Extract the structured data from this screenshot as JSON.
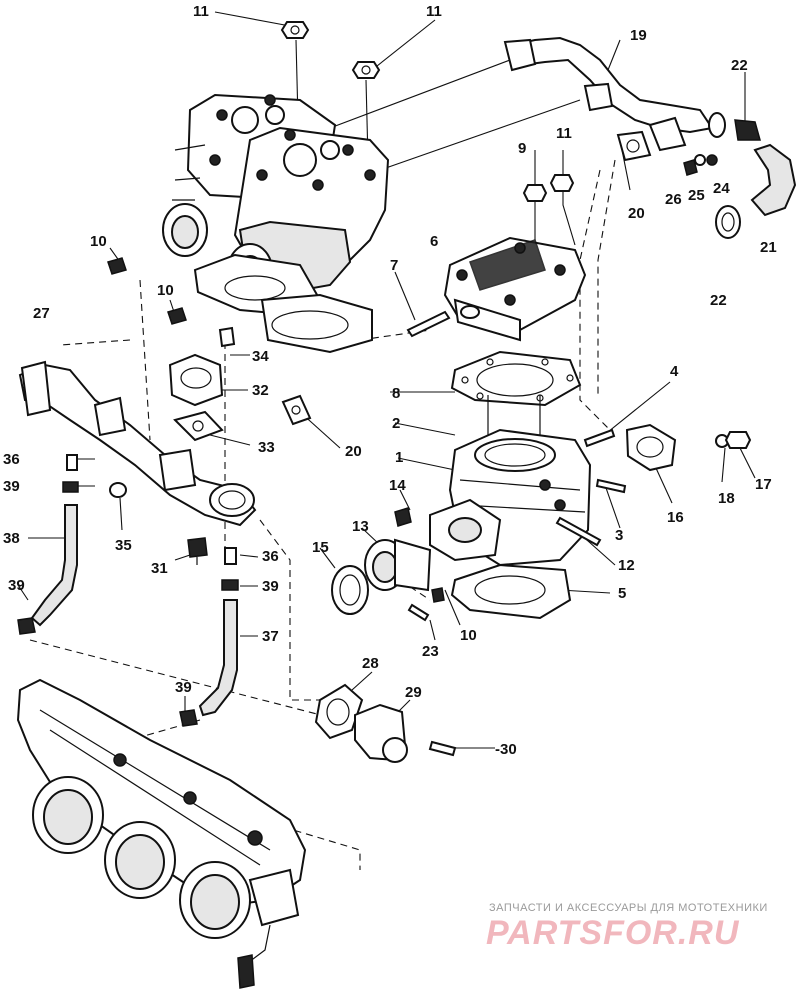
{
  "diagram": {
    "labels": [
      {
        "id": "11a",
        "text": "11"
      },
      {
        "id": "11b",
        "text": "11"
      },
      {
        "id": "19",
        "text": "19"
      },
      {
        "id": "22a",
        "text": "22"
      },
      {
        "id": "9",
        "text": "9"
      },
      {
        "id": "11c",
        "text": "11"
      },
      {
        "id": "26",
        "text": "26"
      },
      {
        "id": "25",
        "text": "25"
      },
      {
        "id": "24",
        "text": "24"
      },
      {
        "id": "20a",
        "text": "20"
      },
      {
        "id": "6",
        "text": "6"
      },
      {
        "id": "21",
        "text": "21"
      },
      {
        "id": "22b",
        "text": "22"
      },
      {
        "id": "10a",
        "text": "10"
      },
      {
        "id": "7",
        "text": "7"
      },
      {
        "id": "10b",
        "text": "10"
      },
      {
        "id": "27",
        "text": "27"
      },
      {
        "id": "34",
        "text": "34"
      },
      {
        "id": "32",
        "text": "32"
      },
      {
        "id": "8",
        "text": "8"
      },
      {
        "id": "4",
        "text": "4"
      },
      {
        "id": "2",
        "text": "2"
      },
      {
        "id": "33",
        "text": "33"
      },
      {
        "id": "20b",
        "text": "20"
      },
      {
        "id": "36a",
        "text": "36"
      },
      {
        "id": "1",
        "text": "1"
      },
      {
        "id": "18",
        "text": "18"
      },
      {
        "id": "17",
        "text": "17"
      },
      {
        "id": "39a",
        "text": "39"
      },
      {
        "id": "14",
        "text": "14"
      },
      {
        "id": "35",
        "text": "35"
      },
      {
        "id": "16",
        "text": "16"
      },
      {
        "id": "3",
        "text": "3"
      },
      {
        "id": "38",
        "text": "38"
      },
      {
        "id": "13",
        "text": "13"
      },
      {
        "id": "15",
        "text": "15"
      },
      {
        "id": "36b",
        "text": "36"
      },
      {
        "id": "31",
        "text": "31"
      },
      {
        "id": "12",
        "text": "12"
      },
      {
        "id": "39b",
        "text": "39"
      },
      {
        "id": "39c",
        "text": "39"
      },
      {
        "id": "5",
        "text": "5"
      },
      {
        "id": "37",
        "text": "37"
      },
      {
        "id": "10c",
        "text": "10"
      },
      {
        "id": "23",
        "text": "23"
      },
      {
        "id": "28",
        "text": "28"
      },
      {
        "id": "39d",
        "text": "39"
      },
      {
        "id": "29",
        "text": "29"
      },
      {
        "id": "30",
        "text": "-30"
      }
    ]
  },
  "watermark": {
    "tagline": "ЗАПЧАСТИ И АКСЕССУАРЫ ДЛЯ МОТОТЕХНИКИ",
    "brand": "PARTSFOR.RU",
    "color": "#f1b7bd"
  }
}
